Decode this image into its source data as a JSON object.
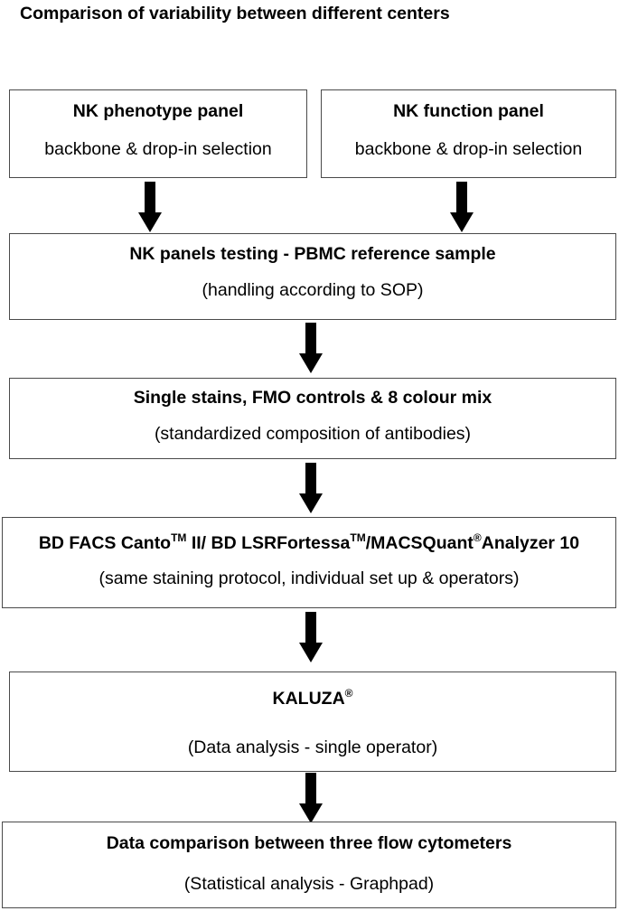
{
  "title": "Comparison of variability between different centers",
  "boxes": {
    "phenotype": {
      "title": "NK phenotype panel",
      "subtitle": "backbone & drop-in selection"
    },
    "function": {
      "title": "NK function panel",
      "subtitle": "backbone & drop-in selection"
    },
    "testing": {
      "title": "NK panels testing - PBMC reference sample",
      "subtitle": "(handling according to SOP)"
    },
    "stains": {
      "title": "Single stains, FMO controls & 8 colour mix",
      "subtitle": "(standardized composition of antibodies)"
    },
    "cytometers": {
      "part1": "BD FACS Canto",
      "sup1": "TM",
      "part2": " II/ BD LSRFortessa",
      "sup2": "TM",
      "part3": "/MACSQuant",
      "sup3": "®",
      "part4": "Analyzer 10",
      "subtitle": "(same staining protocol, individual set up & operators)"
    },
    "kaluza": {
      "title": "KALUZA",
      "sup": "®",
      "subtitle": "(Data analysis - single operator)"
    },
    "comparison": {
      "title": "Data comparison between three flow cytometers",
      "subtitle": "(Statistical analysis - Graphpad)"
    }
  },
  "colors": {
    "arrow": "#000000",
    "border": "#4a4a4a"
  }
}
